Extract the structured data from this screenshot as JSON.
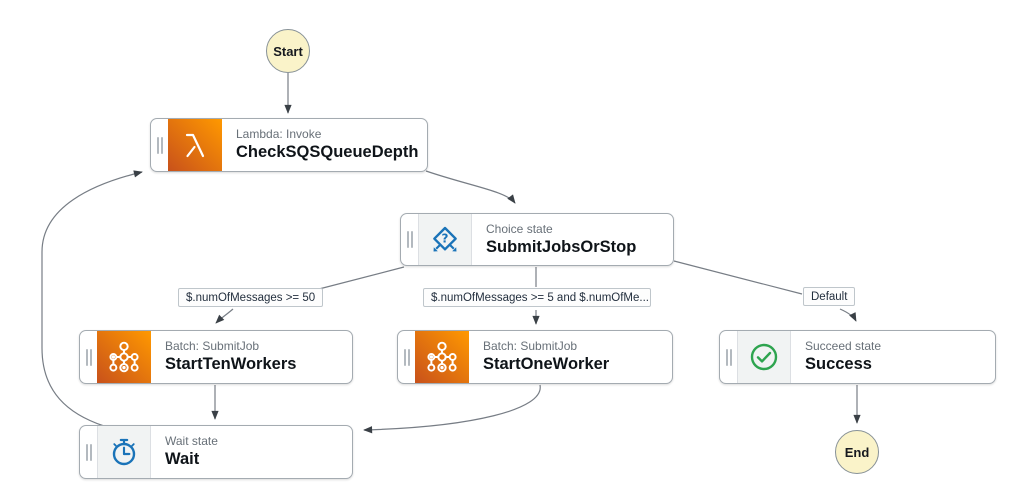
{
  "diagram": {
    "terminals": {
      "start": "Start",
      "end": "End"
    },
    "nodes": [
      {
        "id": "check",
        "type_label": "Lambda: Invoke",
        "name": "CheckSQSQueueDepth",
        "icon": "lambda-icon"
      },
      {
        "id": "choice",
        "type_label": "Choice state",
        "name": "SubmitJobsOrStop",
        "icon": "choice-icon"
      },
      {
        "id": "startTen",
        "type_label": "Batch: SubmitJob",
        "name": "StartTenWorkers",
        "icon": "batch-icon"
      },
      {
        "id": "startOne",
        "type_label": "Batch: SubmitJob",
        "name": "StartOneWorker",
        "icon": "batch-icon"
      },
      {
        "id": "success",
        "type_label": "Succeed state",
        "name": "Success",
        "icon": "succeed-icon"
      },
      {
        "id": "wait",
        "type_label": "Wait state",
        "name": "Wait",
        "icon": "wait-icon"
      }
    ],
    "edge_labels": [
      {
        "text": "$.numOfMessages >= 50"
      },
      {
        "text": "$.numOfMessages >= 5 and $.numOfMe..."
      },
      {
        "text": "Default"
      }
    ],
    "colors": {
      "service_orange_dark": "#C8511B",
      "service_orange_light": "#FF9900",
      "flow_blue": "#1A73B8",
      "success_green": "#2EA44F",
      "terminal_fill": "#FAF3C9",
      "edge_gray": "#777D85"
    }
  }
}
